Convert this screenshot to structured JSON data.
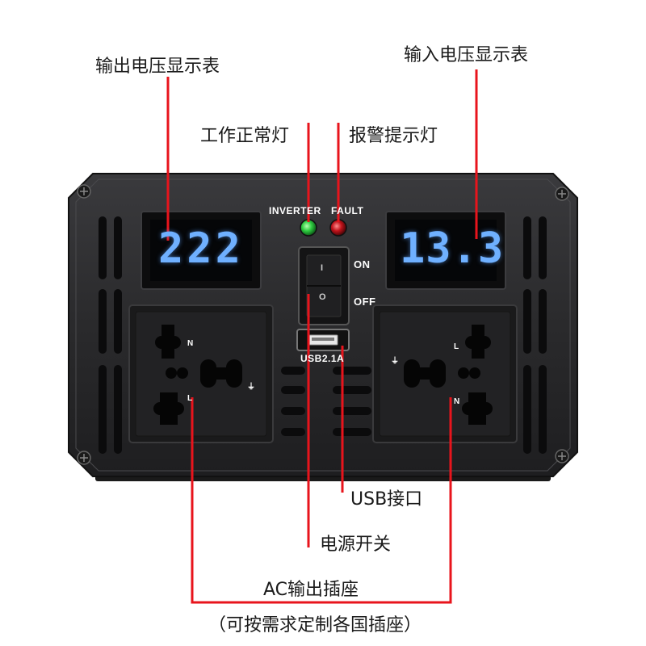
{
  "callouts": {
    "output_voltmeter": "输出电压显示表",
    "input_voltmeter": "输入电压显示表",
    "work_indicator": "工作正常灯",
    "alarm_indicator": "报警提示灯",
    "usb_port": "USB接口",
    "power_switch": "电源开关",
    "ac_socket": "AC输出插座",
    "ac_socket_note": "（可按需求定制各国插座）"
  },
  "panel": {
    "inverter_label": "INVERTER",
    "fault_label": "FAULT",
    "on_label": "ON",
    "off_label": "OFF",
    "usb_label": "USB2.1A",
    "output_display": "222",
    "input_display": "13.3",
    "switch_on_mark": "I",
    "switch_off_mark": "O",
    "socket_left_n": "N",
    "socket_left_l": "L",
    "socket_left_earth": "⏚",
    "socket_right_n": "N",
    "socket_right_l": "L",
    "socket_right_earth": "⏚"
  },
  "colors": {
    "leader": "#e8141c",
    "panel": "#2a2a2c",
    "display_digits": "#6fb0ff",
    "inverter_led": "#2ecc40",
    "fault_led": "#c0121a"
  }
}
